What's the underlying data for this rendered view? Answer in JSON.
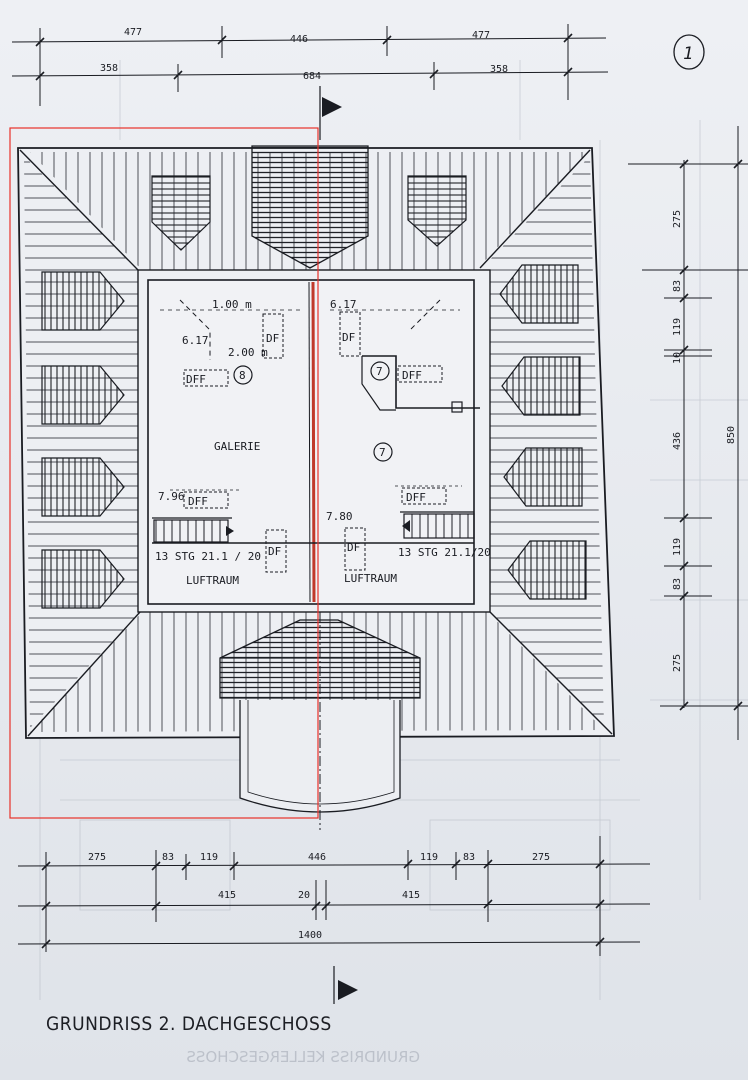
{
  "page": {
    "sheet_number": "1",
    "title": "GRUNDRISS 2. DACHGESCHOSS",
    "bleed_through_text": "GRUNDRISS KELLERGESCHOSS"
  },
  "dimensions": {
    "top_row1": [
      "477",
      "446",
      "477"
    ],
    "top_row2": [
      "358",
      "684",
      "358"
    ],
    "right_col1": [
      "275",
      "83",
      "119",
      "10",
      "436",
      "119",
      "83",
      "275"
    ],
    "right_total": "850",
    "bottom_row1": [
      "275",
      "83",
      "119",
      "446",
      "119",
      "83",
      "275"
    ],
    "bottom_row2": [
      "415",
      "20",
      "415"
    ],
    "bottom_total": "1400"
  },
  "rooms": {
    "left": {
      "dim_width": "1.00 m",
      "dim_level_top": "6.17",
      "dim_depth": "2.00 m",
      "room_number": "8",
      "window_df_top": "DF",
      "window_dff_top": "DFF",
      "name": "GALERIE",
      "dim_level_bottom": "7.96",
      "window_dff_bottom": "DFF",
      "stair": "13 STG 21.1 / 20",
      "void": "LUFTRAUM",
      "window_df_bottom": "DF"
    },
    "right": {
      "dim_level_top": "6.17",
      "window_df_top": "DF",
      "room_number_top": "7",
      "window_dff_top": "DFF",
      "room_number_center": "7",
      "dim_level_bottom": "7.80",
      "window_dff_bottom": "DFF",
      "stair": "13 STG 21.1/20",
      "void": "LUFTRAUM",
      "window_df_bottom": "DF"
    }
  },
  "colors": {
    "ink": "#1a1c22",
    "paper": "#e9ecf1",
    "highlight_box": "#e8312a",
    "party_wall": "#c0392b"
  }
}
